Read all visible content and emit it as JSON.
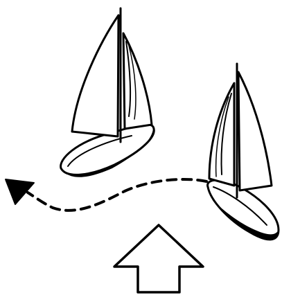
{
  "caption_fragment": "",
  "colors": {
    "ink": "#000000",
    "background": "#ffffff"
  },
  "elements": {
    "boat_left": "sailboat",
    "boat_right": "sailboat",
    "path": "dashed-curved-arrow",
    "wind": "outline-up-arrow"
  }
}
